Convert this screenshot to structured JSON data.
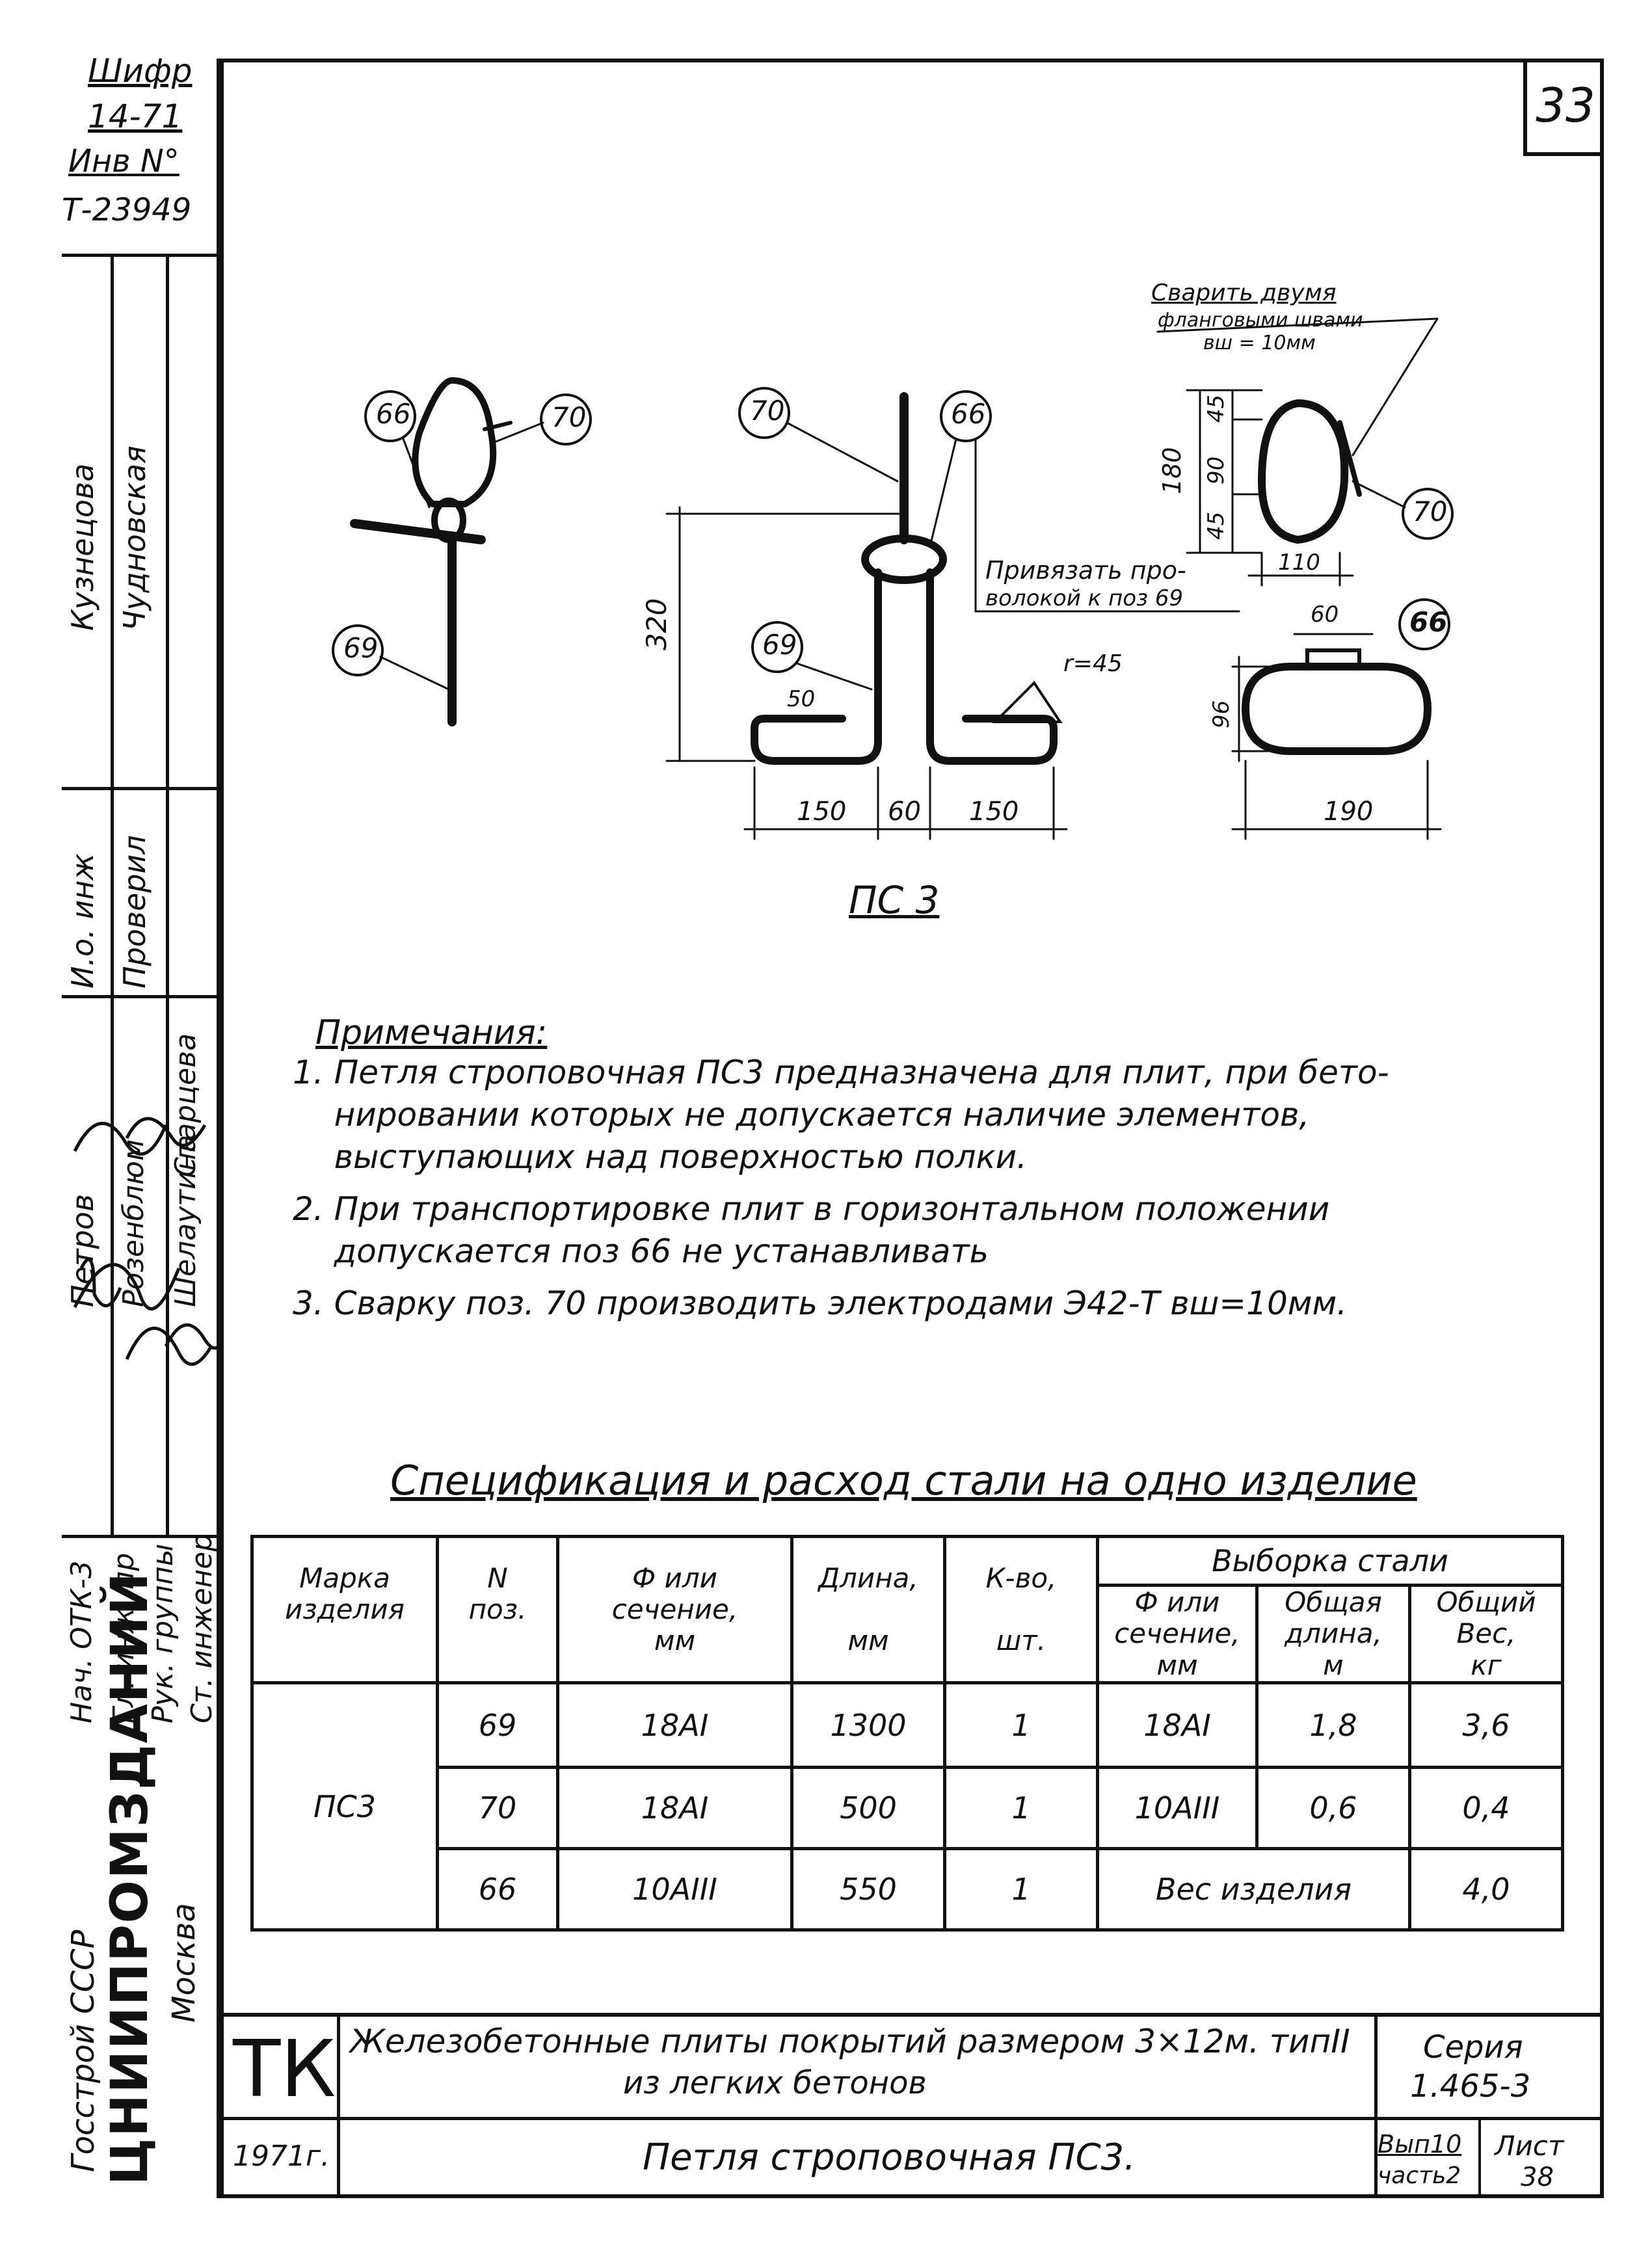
{
  "sheet_number": "33",
  "margin": {
    "stamp_lines": [
      "Шифр",
      "14-71",
      "Инв N°",
      "Т-23949"
    ],
    "names_upper": [
      "Кузнецова",
      "Чудновская"
    ],
    "role_check": [
      "И.о. инж",
      "Проверил"
    ],
    "names_lower": [
      "Петров",
      "Розенблюм",
      "Шелаутина",
      "Старцева"
    ],
    "roles_lower": [
      "Нач. ОТК-3",
      "Гл. инж. пр",
      "Рук. группы",
      "Ст. инженер"
    ],
    "org": [
      "Госстрой СССР",
      "ЦНИИПРОМЗДАНИЙ",
      "Москва"
    ]
  },
  "drawing": {
    "title": "ПС 3",
    "positions": [
      "66",
      "70",
      "69",
      "70",
      "66",
      "69",
      "70",
      "66"
    ],
    "dims": {
      "h320": "320",
      "w150a": "150",
      "w60": "60",
      "w150b": "150",
      "d50": "50",
      "r45": "r=45",
      "h180": "180",
      "h45a": "45",
      "h90": "90",
      "h45b": "45",
      "w110": "110",
      "d60": "60",
      "h96": "96",
      "w190": "190"
    },
    "weld_note": [
      "Сварить двумя",
      "фланговыми швами",
      "вш = 10мм"
    ],
    "tie_note": [
      "Привязать про-",
      "волокой к поз 69"
    ]
  },
  "notes": {
    "title": "Примечания:",
    "lines": [
      "1. Петля строповочная ПС3 предназначена для плит, при бето-",
      "    нировании которых не допускается наличие элементов,",
      "    выступающих над поверхностью полки.",
      "2. При транспортировке плит в горизонтальном положении",
      "    допускается поз 66 не устанавливать",
      "3. Сварку поз. 70 производить электродами Э42-Т вш=10мм."
    ]
  },
  "spec": {
    "title": "Спецификация и расход стали на одно изделие",
    "headers": {
      "mark": [
        "Марка",
        "изделия"
      ],
      "pos": [
        "N",
        "поз."
      ],
      "section": [
        "Ф или",
        "сечение,",
        "мм"
      ],
      "length": [
        "Длина,",
        "",
        "мм"
      ],
      "qty": [
        "К-во,",
        "",
        "шт."
      ],
      "sample": "Выборка стали",
      "s_section": [
        "Ф или",
        "сечение,",
        "мм"
      ],
      "s_length": [
        "Общая",
        "длина,",
        "м"
      ],
      "s_weight": [
        "Общий",
        "Вес,",
        "кг"
      ]
    },
    "mark": "ПС3",
    "rows": [
      {
        "pos": "69",
        "section": "18AI",
        "length": "1300",
        "qty": "1",
        "s_section": "18AI",
        "s_length": "1,8",
        "s_weight": "3,6"
      },
      {
        "pos": "70",
        "section": "18AI",
        "length": "500",
        "qty": "1",
        "s_section": "10AIII",
        "s_length": "0,6",
        "s_weight": "0,4"
      },
      {
        "pos": "66",
        "section": "10AIII",
        "length": "550",
        "qty": "1",
        "s_section": "Вес изделия",
        "s_length": "",
        "s_weight": "4,0"
      }
    ]
  },
  "title_block": {
    "code": "ТК",
    "title_line1": "Железобетонные плиты покрытий размером 3×12м. типII",
    "title_line2": "из легких бетонов",
    "series_label": "Серия",
    "series": "1.465-3",
    "year": "1971г.",
    "sheet_title": "Петля строповочная ПС3.",
    "issue": "Вып10",
    "part": "часть2",
    "list_label": "Лист",
    "list_no": "38"
  }
}
